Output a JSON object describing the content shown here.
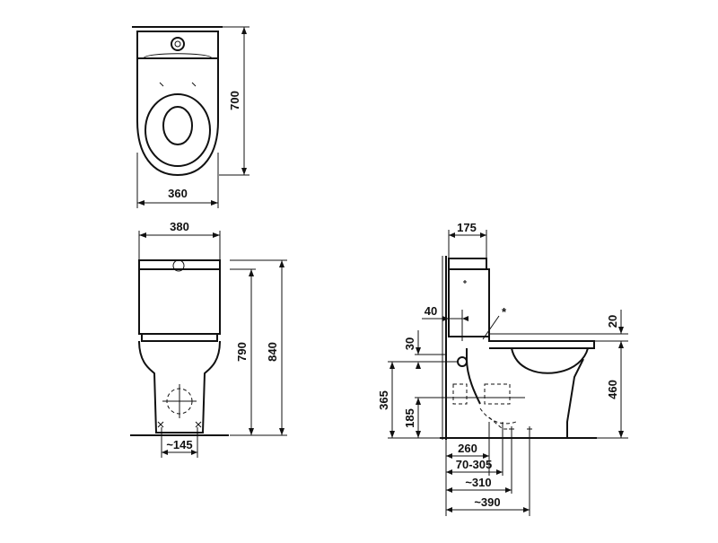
{
  "drawing": {
    "top_view": {
      "depth": "700",
      "width": "360"
    },
    "front_view": {
      "width": "380",
      "cistern_height": "790",
      "total_height": "840",
      "outlet_spacing": "~145"
    },
    "side_view": {
      "cistern_depth": "175",
      "inlet_offset": "40",
      "note_marker": "*",
      "seat_thickness": "20",
      "inlet_drop": "30",
      "seat_height": "460",
      "supply_height": "365",
      "outlet_height": "185",
      "outlet_distance": "260",
      "outlet_range": "70-305",
      "setback": "~310",
      "total_depth": "~390"
    }
  }
}
